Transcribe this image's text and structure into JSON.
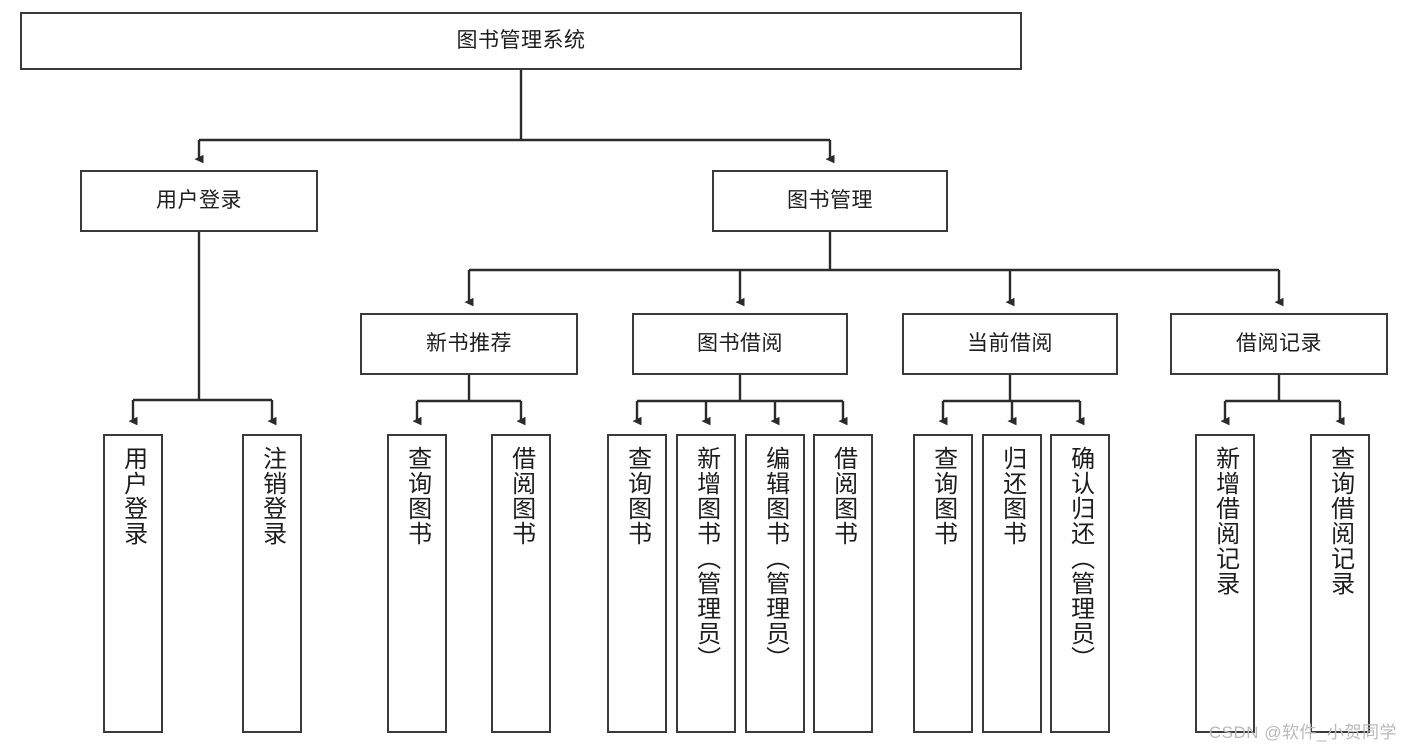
{
  "diagram": {
    "title": "图书管理系统",
    "type": "tree",
    "watermark": "CSDN @软件_小贺同学",
    "colors": {
      "box_border": "#3a3a3a",
      "box_fill": "#ffffff",
      "connector": "#2b2b2b",
      "text": "#1d1d1d",
      "watermark": "#b9b9b9"
    },
    "root": {
      "label": "图书管理系统"
    },
    "level2": [
      {
        "label": "用户登录"
      },
      {
        "label": "图书管理"
      }
    ],
    "level3": [
      {
        "label": "新书推荐"
      },
      {
        "label": "图书借阅"
      },
      {
        "label": "当前借阅"
      },
      {
        "label": "借阅记录"
      }
    ],
    "leaves": {
      "user_login": [
        {
          "label": "用户登录"
        },
        {
          "label": "注销登录"
        }
      ],
      "new_book": [
        {
          "label": "查询图书"
        },
        {
          "label": "借阅图书"
        }
      ],
      "book_borrow": [
        {
          "label": "查询图书"
        },
        {
          "label": "新增图书（管理员）"
        },
        {
          "label": "编辑图书（管理员）"
        },
        {
          "label": "借阅图书"
        }
      ],
      "current_borrow": [
        {
          "label": "查询图书"
        },
        {
          "label": "归还图书"
        },
        {
          "label": "确认归还（管理员）"
        }
      ],
      "borrow_record": [
        {
          "label": "新增借阅记录"
        },
        {
          "label": "查询借阅记录"
        }
      ]
    }
  }
}
